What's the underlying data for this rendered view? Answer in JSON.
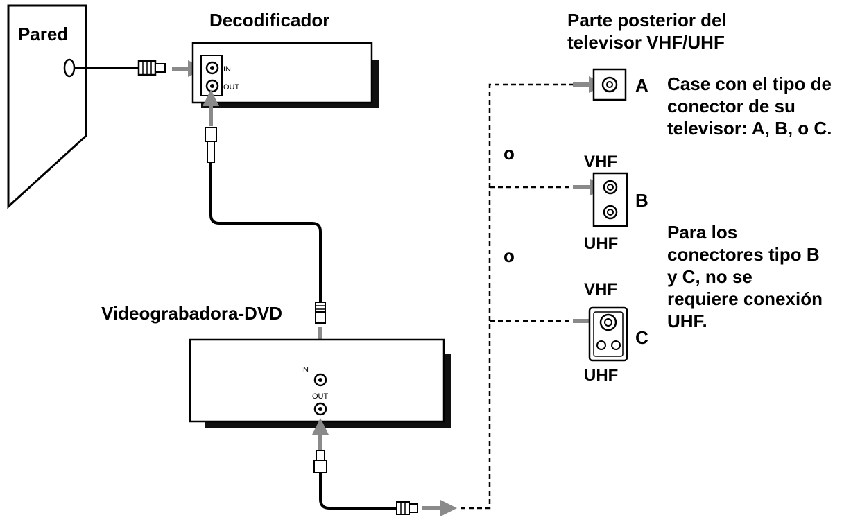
{
  "labels": {
    "wall": "Pared",
    "decoder": "Decodificador",
    "vcr_dvd": "Videograbadora-DVD",
    "tv_title_line1": "Parte posterior del",
    "tv_title_line2": "televisor VHF/UHF",
    "or_1": "o",
    "or_2": "o"
  },
  "decoder_ports": {
    "in": "IN",
    "out": "OUT"
  },
  "vcr_ports": {
    "in": "IN",
    "out": "OUT"
  },
  "connectors": {
    "a": {
      "letter": "A"
    },
    "b": {
      "letter": "B",
      "top": "VHF",
      "bottom": "UHF"
    },
    "c": {
      "letter": "C",
      "top": "VHF",
      "bottom": "UHF"
    }
  },
  "notes": {
    "match": [
      "Case con el tipo de",
      "conector de su",
      "televisor: A, B, o C."
    ],
    "uhf": [
      "Para los",
      "conectores tipo B",
      "y C, no se",
      "requiere conexión",
      "UHF."
    ]
  },
  "colors": {
    "line": "#000000",
    "arrow": "#8a8a8a"
  }
}
